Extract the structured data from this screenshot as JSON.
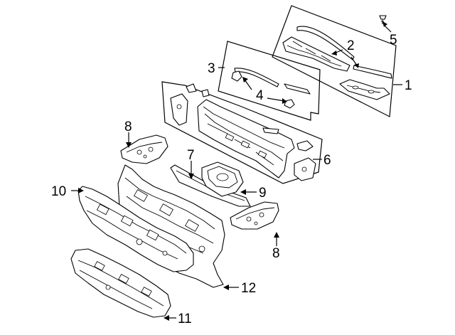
{
  "callouts": {
    "c1": "1",
    "c2": "2",
    "c3": "3",
    "c4": "4",
    "c5": "5",
    "c6": "6",
    "c7": "7",
    "c8a": "8",
    "c8b": "8",
    "c9": "9",
    "c10": "10",
    "c11": "11",
    "c12": "12"
  },
  "colors": {
    "line": "#000000",
    "background": "#ffffff"
  }
}
